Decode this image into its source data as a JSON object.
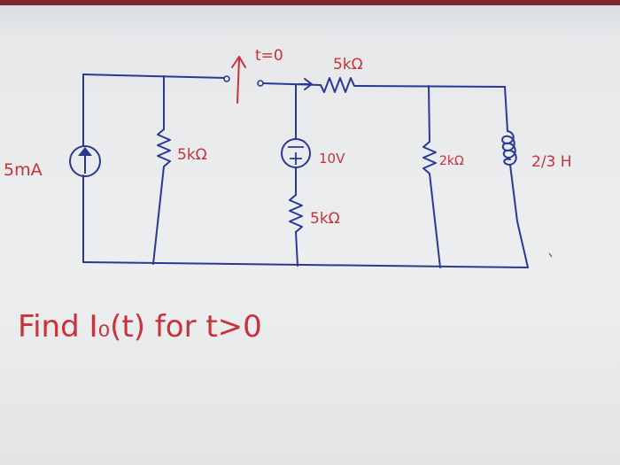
{
  "labels": {
    "switch_time": "t=0",
    "series_resistor": "5kΩ",
    "current_source": "5mA",
    "shunt_resistor": "5kΩ",
    "voltage_source": "10V",
    "voltage_source_resistor": "5kΩ",
    "resistor_2k": "2kΩ",
    "inductor": "2/3 H"
  },
  "question": "Find I₀(t) for t>0"
}
